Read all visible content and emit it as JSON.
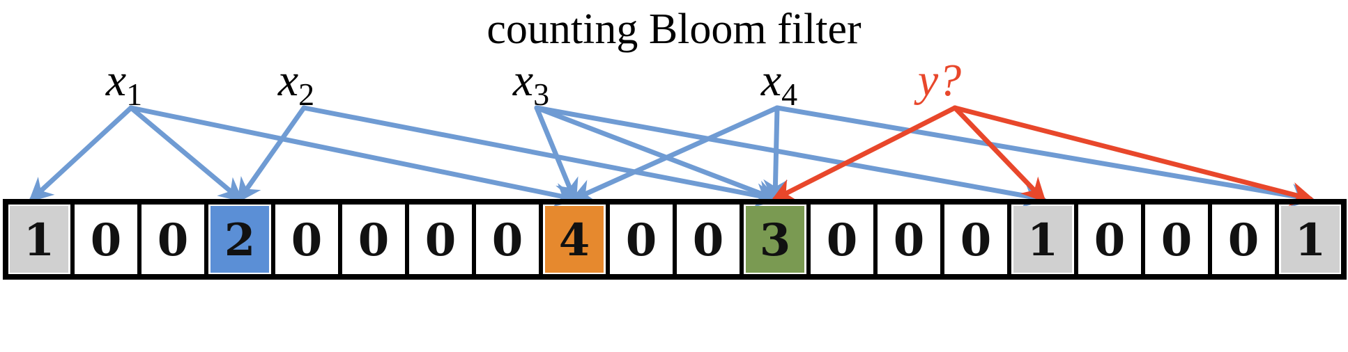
{
  "title": "counting Bloom filter",
  "elements": [
    {
      "name": "x",
      "sub": "1",
      "color": "#000000",
      "targets": [
        0,
        3,
        8
      ]
    },
    {
      "name": "x",
      "sub": "2",
      "color": "#000000",
      "targets": [
        3,
        11
      ]
    },
    {
      "name": "x",
      "sub": "3",
      "color": "#000000",
      "targets": [
        8,
        11,
        15
      ]
    },
    {
      "name": "x",
      "sub": "4",
      "color": "#000000",
      "targets": [
        8,
        11,
        19
      ]
    },
    {
      "name": "y?",
      "sub": "",
      "color": "#e8472b",
      "targets": [
        11,
        15,
        19
      ]
    }
  ],
  "cells": [
    "1",
    "0",
    "0",
    "2",
    "0",
    "0",
    "0",
    "0",
    "4",
    "0",
    "0",
    "3",
    "0",
    "0",
    "0",
    "1",
    "0",
    "0",
    "0",
    "1"
  ],
  "highlights": {
    "0": "#d0d0d0",
    "3": "#5b8fd6",
    "8": "#e6892e",
    "11": "#7a9a52",
    "15": "#d0d0d0",
    "19": "#d0d0d0"
  },
  "colors": {
    "arrow_member": "#6f9bd3",
    "arrow_query": "#e8472b",
    "cell_default": "#ffffff",
    "cell_border": "#000000"
  }
}
